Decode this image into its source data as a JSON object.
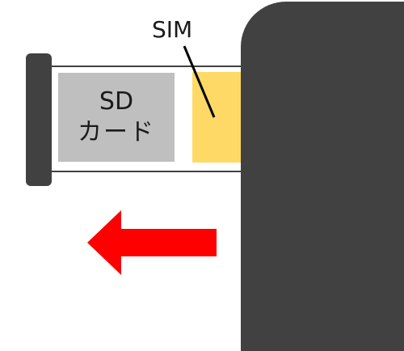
{
  "tray": {
    "sd_label_line1": "SD",
    "sd_label_line2": "カード",
    "sim_label": "SIM"
  },
  "colors": {
    "device": "#414141",
    "sd_slot": "#bfbfbf",
    "sim_slot": "#ffd966",
    "arrow": "#ff0000"
  },
  "arrow": {
    "direction": "left"
  }
}
